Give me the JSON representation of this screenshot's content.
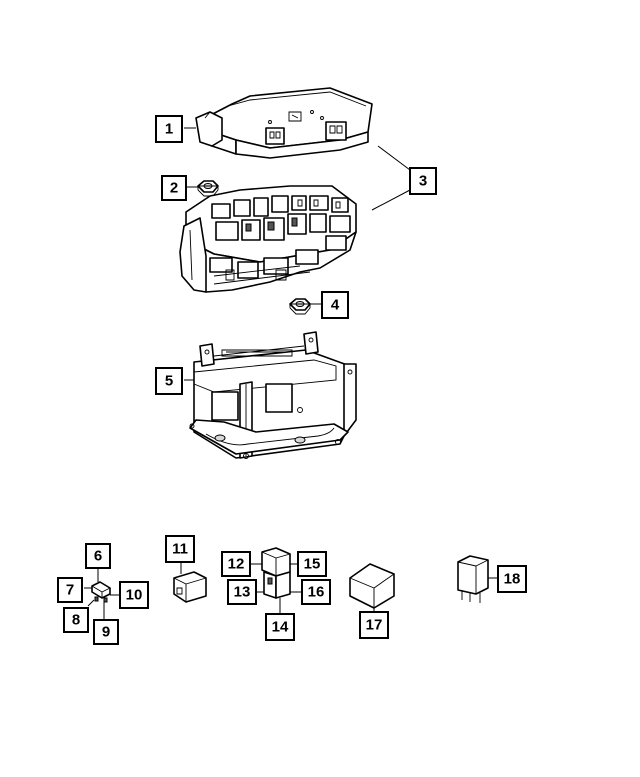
{
  "diagram": {
    "callouts": {
      "c1": "1",
      "c2": "2",
      "c3": "3",
      "c4": "4",
      "c5": "5",
      "c6": "6",
      "c7": "7",
      "c8": "8",
      "c9": "9",
      "c10": "10",
      "c11": "11",
      "c12": "12",
      "c13": "13",
      "c14": "14",
      "c15": "15",
      "c16": "16",
      "c17": "17",
      "c18": "18"
    },
    "parts": [
      "fuse-box-cover",
      "nut",
      "fuse-box-assembly",
      "nut",
      "mounting-bracket",
      "mini-fuse",
      "micro-relay",
      "mini-relay",
      "iso-relay"
    ],
    "colors": {
      "line": "#000000",
      "background": "#ffffff",
      "shade": "#d9d9d9"
    }
  }
}
